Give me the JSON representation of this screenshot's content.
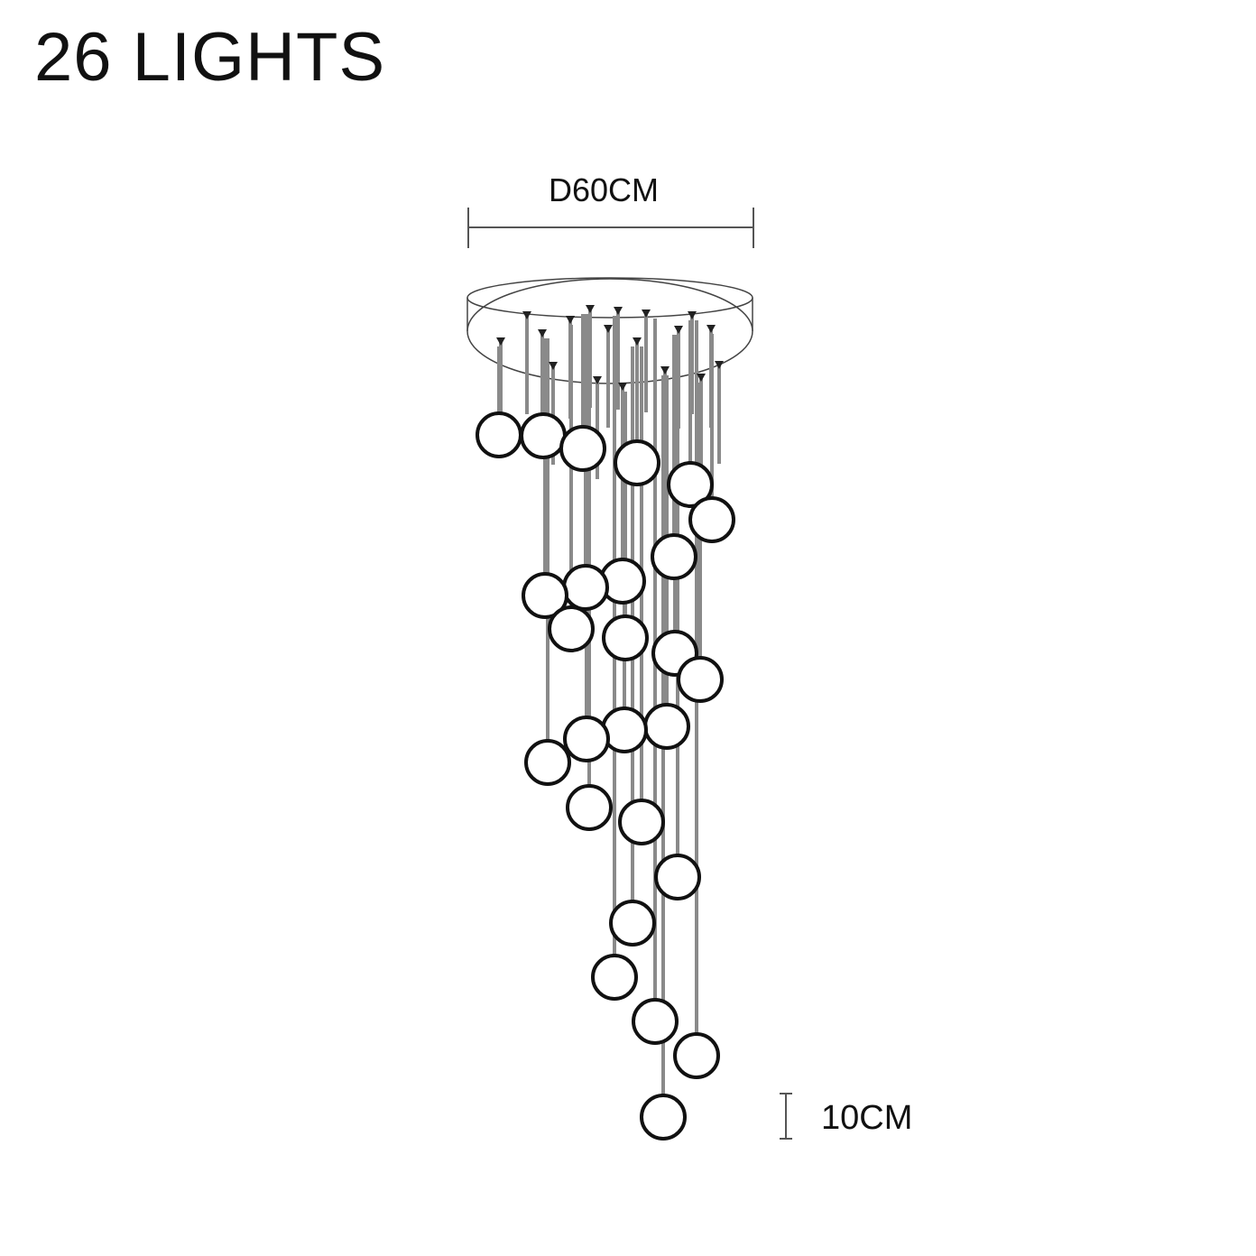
{
  "title": "26 LIGHTS",
  "dimensions": {
    "diameter": "D60CM",
    "ball_size": "10CM"
  },
  "light_count": 26,
  "colors": {
    "line": "#111111",
    "wire": "#8a8a8a"
  }
}
